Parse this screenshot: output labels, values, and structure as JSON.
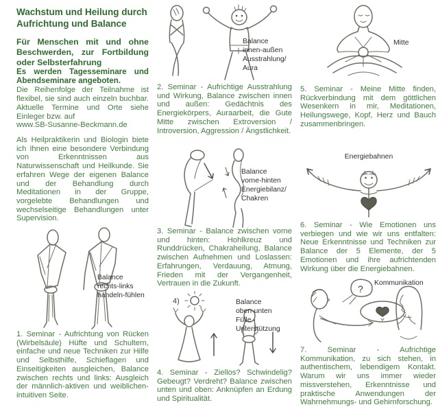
{
  "colors": {
    "heading_green": "#2e6b2d",
    "body_green": "#3f7d3b",
    "label_dark": "#2e2e2e",
    "sketch_pencil": "#686e60",
    "background": "#ffffff"
  },
  "intro": {
    "title": "Wachstum und Heilung durch Aufrichtung und Balance",
    "audience": "Für Menschen mit und ohne Beschwerden, zur Fortbildung oder Selbsterfahrung",
    "offer_bold": "Es werden Tagesseminare und Abendseminare angeboten.",
    "offer_text": "Die Reihenfolge der Teilnahme ist flexibel, sie sind auch einzeln buchbar. Aktuelle Termine und Orte siehe Einleger bzw. auf",
    "website": "www.SB-Susanne-Beckmann.de",
    "about": "Als Heilpraktikerin und Biologin biete ich Ihnen eine besondere Verbindung von Erkenntnissen aus Naturwissenschaft und Heilkunde. Sie erfahren Wege der eigenen Balance und der Behandlung durch Meditationen in der Gruppe, vorgelebte Behandlungen und wechselseitige Behandlungen unter Supervision."
  },
  "figures": {
    "fig1": {
      "label": "Balance\nrechts-links\nhandeln-fühlen"
    },
    "fig2": {
      "label": "Balance\ninnen-außen\nAusstrahlung/\nAura"
    },
    "fig3": {
      "label": "Balance\nvorne-hinten\nEnergiebilanz/\nChakren"
    },
    "fig4": {
      "label": "Balance\noben-unten\nFülle - Unterstützung",
      "sun_number": "4)"
    },
    "fig5": {
      "label": "Mitte"
    },
    "fig6": {
      "label": "Energiebahnen"
    },
    "fig7": {
      "label": "Kommunikation",
      "bubble_question": "?"
    }
  },
  "seminars": {
    "s1": "1.  Seminar - Aufrichtung von Rücken (Wirbelsäule) Hüfte und Schultern, einfache und neue Techniken zur Hilfe und Selbsthilfe, Schieflagen und Einseitigkeiten ausgleichen, Balance zwischen rechts und links: Ausgleich der männlich-aktiven und weiblichen-intuitiven Seite.",
    "s2": "2.  Seminar - Aufrichtige Ausstrahlung und Wirkung, Balance zwischen innen und außen: Gedächtnis des Energiekörpers, Auraarbeit, die Gute Mitte zwischen Extroversion / Introversion, Aggression / Ängstlichkeit.",
    "s3": "3.  Seminar - Balance zwischen vorne und hinten: Hohlkreuz und Runddrücken, Chakraheilung, Balance zwischen Aufnehmen und Loslassen: Erfahrungen, Verdauung, Atmung, Frieden mit der Vergangenheit, Vertrauen in die Zukunft.",
    "s4": "4.  Seminar - Ziellos? Schwindelig? Gebeugt? Verdreht? Balance zwischen unten und oben: Anknüpfen an Erdung und Spiritualität.",
    "s5": "5.  Seminar - Meine Mitte finden, Rückverbindung mit dem göttlichen Wesenkern in mir, Meditationen, Heilungswege, Kopf, Herz und Bauch zusammenbringen.",
    "s6": "6.  Seminar - Wie Emotionen uns verbiegen und wie wir uns entfalten: Neue Erkenntnisse und Techniken zur Balance der 5 Elemente, der 5 Emotionen und ihre aufrichtenden Wirkung über die Energiebahnen.",
    "s7": "7.  Seminar - Aufrichtige Kommunikation, zu sich stehen, in authentischem, lebendigem Kontakt. Warum wir uns immer wieder missverstehen, Erkenntnisse und praktische Anwendungen der Wahrnehmungs- und Gehirnforschung."
  }
}
